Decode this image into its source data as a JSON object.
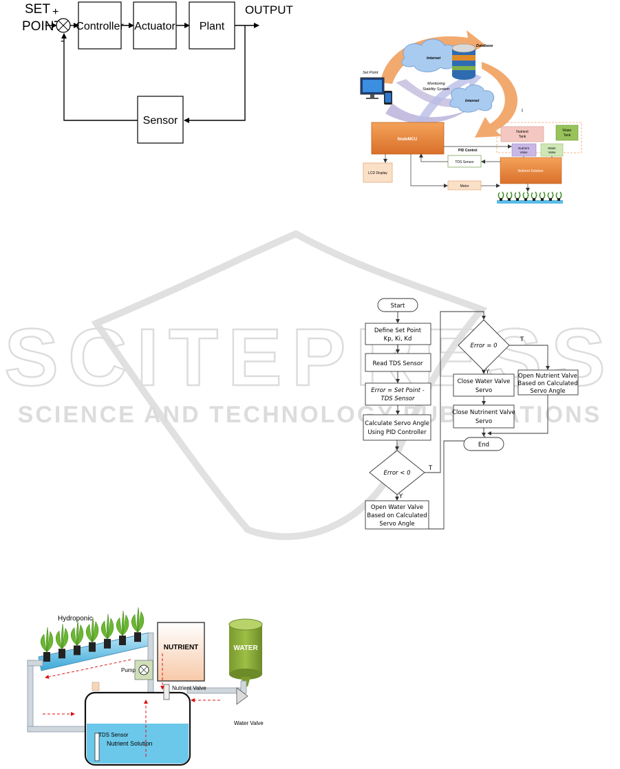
{
  "control_loop": {
    "set_point_line1": "SET",
    "set_point_line2": "POINT",
    "plus": "+",
    "minus": "-",
    "controller": "Controller",
    "actuator": "Actuator",
    "plant": "Plant",
    "output": "OUTPUT",
    "sensor": "Sensor"
  },
  "architecture": {
    "set_point": "Set Point",
    "internet_top": "Internet",
    "monitoring_line1": "Monitoring",
    "monitoring_line2": "Stability System",
    "database": "Database",
    "internet_right": "Internet",
    "nodemcu": "NodeMCU",
    "lcd_display": "LCD Display",
    "pid_control": "PID Control",
    "tds_sensor": "TDS Sensor",
    "motor": "Motor",
    "nutrient_tank_line1": "Nutrient",
    "nutrient_tank_line2": "Tank",
    "water_tank_line1": "Water",
    "water_tank_line2": "Tank",
    "nutrient_valve_line1": "Nutrient",
    "nutrient_valve_line2": "Valve",
    "water_valve_line1": "Water",
    "water_valve_line2": "Valve",
    "nutrient_solution": "Nutrient Solution",
    "stray_mark": "I"
  },
  "watermark": {
    "line1": "SCITEPRESS",
    "line2": "SCIENCE AND TECHNOLOGY PUBLICATIONS"
  },
  "flowchart": {
    "start": "Start",
    "define_line1": "Define Set Point",
    "define_line2": "Kp, Ki, Kd",
    "read_tds": "Read TDS Sensor",
    "error_line1": "Error = Set Point -",
    "error_line2": "TDS Sensor",
    "calc_line1": "Calculate Servo Angle",
    "calc_line2": "Using PID Controller",
    "decision_lt": "Error < 0",
    "open_water_line1": "Open Water Valve",
    "open_water_line2": "Based on Calculated",
    "open_water_line3": "Servo Angle",
    "decision_eq": "Error = 0",
    "close_water_line1": "Close Water Valve",
    "close_water_line2": "Servo",
    "close_nutrient_line1": "Close Nutrinent Valve",
    "close_nutrient_line2": "Servo",
    "open_nutrient_line1": "Open Nutrient Valve",
    "open_nutrient_line2": "Based on Calculated",
    "open_nutrient_line3": "Servo Angle",
    "end": "End",
    "label_t1": "T",
    "label_y1": "Y",
    "label_t2": "T",
    "label_y2": "Y"
  },
  "hydroponic": {
    "hydroponic": "Hydroponic",
    "nutrient": "NUTRIENT",
    "water": "WATER",
    "pump": "Pump",
    "nutrient_valve": "Nutrient Valve",
    "water_valve": "Water Valve",
    "tds_sensor": "TDS Sensor",
    "nutrient_solution": "Nutrient Solution"
  }
}
